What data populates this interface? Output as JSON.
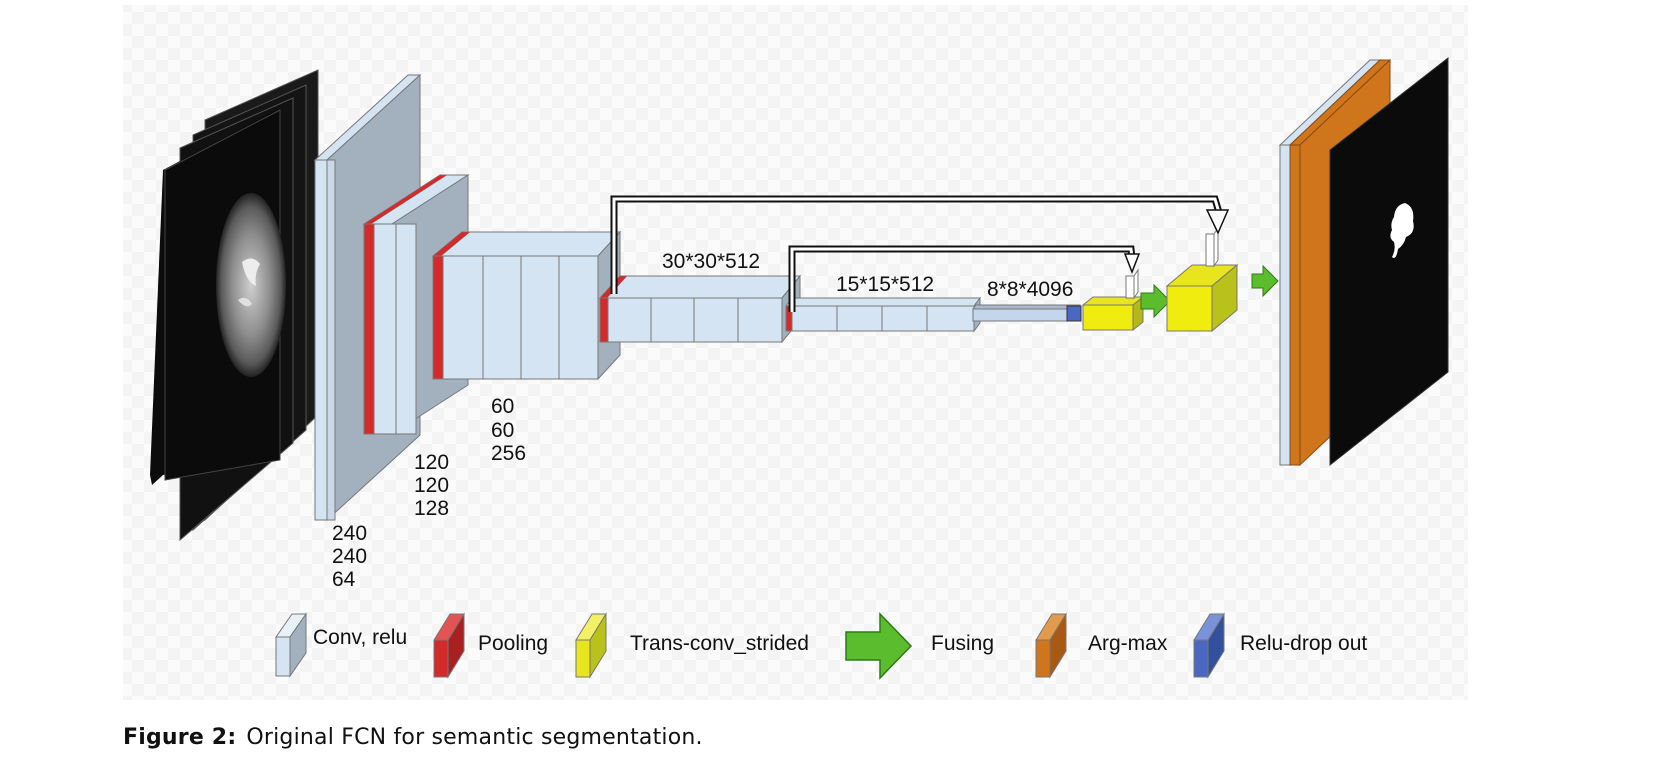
{
  "figure": {
    "dims": {
      "conv1": [
        "240",
        "240",
        "64"
      ],
      "conv2": [
        "120",
        "120",
        "128"
      ],
      "conv3": [
        "60",
        "60",
        "256"
      ],
      "conv4": "30*30*512",
      "conv5": "15*15*512",
      "fc": "8*8*4096"
    },
    "legend": [
      {
        "label": "Conv, relu",
        "color": "#d5e4f2"
      },
      {
        "label": "Pooling",
        "color": "#d42a2a"
      },
      {
        "label": "Trans-conv_strided",
        "color": "#e8e41e"
      },
      {
        "label": "Fusing",
        "color": "#5bbd2e"
      },
      {
        "label": "Arg-max",
        "color": "#cf761c"
      },
      {
        "label": "Relu-drop out",
        "color": "#4a67c4"
      }
    ]
  },
  "caption": {
    "prefix": "Figure 2:",
    "text": "Original FCN for semantic segmentation."
  }
}
